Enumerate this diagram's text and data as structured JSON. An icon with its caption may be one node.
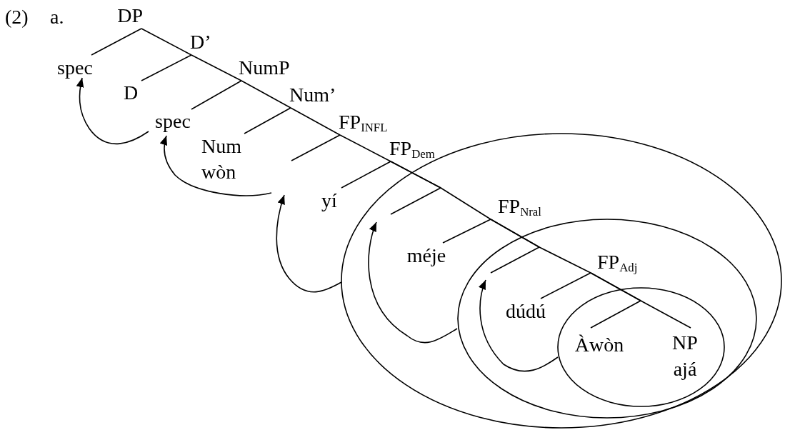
{
  "diagram": {
    "nodes": [
      {
        "text": [
          "DP"
        ]
      },
      {
        "text": [
          "spec"
        ]
      },
      {
        "text": [
          "D’"
        ]
      },
      {
        "text": [
          "D"
        ]
      },
      {
        "text": [
          "NumP"
        ]
      },
      {
        "text": [
          "spec"
        ]
      },
      {
        "text": [
          "Num’"
        ]
      },
      {
        "text": [
          "Num",
          "wòn"
        ]
      },
      {
        "text": [
          "FP$_{INFL}$"
        ]
      },
      {
        "text": [
          "FP$_{Dem}$"
        ]
      },
      {
        "text": [
          "yí"
        ]
      },
      {
        "text": [],
        "shape": "ellipse"
      },
      {
        "text": [
          "FP$_{Nral}$"
        ],
        "in": 11
      },
      {
        "text": [
          "méje"
        ],
        "in": 11
      },
      {
        "text": [],
        "shape": "ellipse",
        "in": 11
      },
      {
        "text": [
          "FP$_{Adj}$"
        ],
        "in": 14
      },
      {
        "text": [
          "dúdú"
        ],
        "in": 14
      },
      {
        "text": [],
        "shape": "ellipse",
        "in": 14
      },
      {
        "text": [
          "Àwòn"
        ],
        "in": 17
      },
      {
        "text": [
          "NP",
          "ajá"
        ],
        "in": 17
      }
    ],
    "edges": [
      {
        "from": 0,
        "to": 1,
        "arrow": "none"
      },
      {
        "from": 0,
        "to": 2,
        "arrow": "none"
      },
      {
        "from": 2,
        "to": 3,
        "arrow": "none"
      },
      {
        "from": 2,
        "to": 4,
        "arrow": "none"
      },
      {
        "from": 4,
        "to": 5,
        "arrow": "none"
      },
      {
        "from": 4,
        "to": 6,
        "arrow": "none"
      },
      {
        "from": 6,
        "to": 7,
        "arrow": "none"
      },
      {
        "from": 6,
        "to": 8,
        "arrow": "none"
      },
      {
        "from": 8,
        "to": null,
        "arrow": "none"
      },
      {
        "from": 8,
        "to": 9,
        "arrow": "none"
      },
      {
        "from": 9,
        "to": 10,
        "arrow": "none"
      },
      {
        "from": 9,
        "to": null,
        "arrow": "none"
      },
      {
        "from": 9,
        "to": 12,
        "arrow": "none"
      },
      {
        "from": 12,
        "to": 13,
        "arrow": "none"
      },
      {
        "from": 12,
        "to": null,
        "arrow": "none"
      },
      {
        "from": 12,
        "to": 15,
        "arrow": "none"
      },
      {
        "from": 15,
        "to": 16,
        "arrow": "none"
      },
      {
        "from": 15,
        "to": 18,
        "arrow": "none"
      },
      {
        "from": 15,
        "to": 19,
        "arrow": "none"
      },
      {
        "from": 5,
        "to": 1,
        "arrow": "to"
      },
      {
        "from": null,
        "to": 5,
        "arrow": "to"
      },
      {
        "from": 11,
        "to": null,
        "arrow": "to"
      },
      {
        "from": 14,
        "to": null,
        "arrow": "to"
      },
      {
        "from": 17,
        "to": null,
        "arrow": "to"
      }
    ],
    "labels": [
      "(2)",
      "a."
    ]
  }
}
